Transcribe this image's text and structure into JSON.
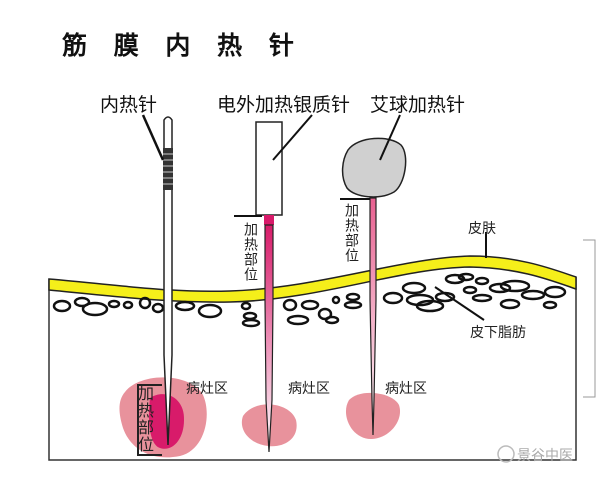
{
  "title": "筋 膜 内 热 针",
  "needles": [
    {
      "name": "内热针",
      "heating_label": "加热部位",
      "lesion_label": "病灶区"
    },
    {
      "name": "电外加热银质针",
      "heating_label": "加热部位",
      "lesion_label": "病灶区"
    },
    {
      "name": "艾球加热针",
      "heating_label": "加热部位",
      "lesion_label": "病灶区"
    }
  ],
  "layers": {
    "skin": "皮肤",
    "fat": "皮下脂肪"
  },
  "watermark": "景谷中医",
  "colors": {
    "skin": "#f5ef1a",
    "lesion": "#e8929c",
    "heat": "#d81b6a",
    "ball": "#d0d0d0"
  }
}
